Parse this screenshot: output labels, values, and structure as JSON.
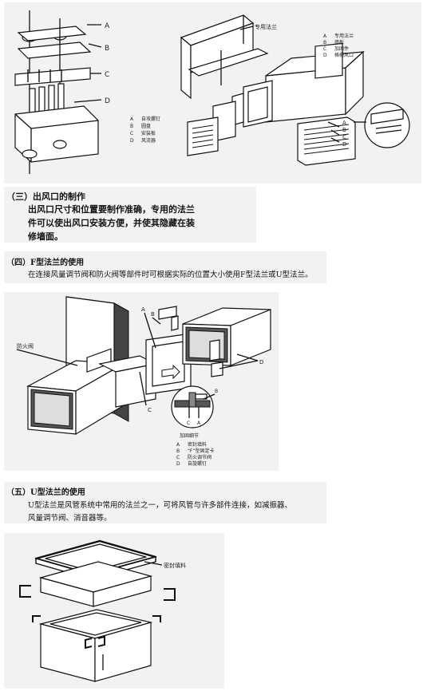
{
  "fig1": {
    "left_callouts": [
      "A",
      "B",
      "C",
      "D"
    ],
    "left_legend": [
      {
        "k": "A",
        "v": "自攻螺钉"
      },
      {
        "k": "B",
        "v": "圆盘"
      },
      {
        "k": "C",
        "v": "安装板"
      },
      {
        "k": "D",
        "v": "风流器"
      }
    ],
    "right_title": "专用法兰",
    "right_callouts": [
      "A",
      "B",
      "C",
      "D"
    ],
    "right_legend": [
      {
        "k": "A",
        "v": "专用法兰"
      },
      {
        "k": "B",
        "v": "墙板"
      },
      {
        "k": "C",
        "v": "加固件"
      },
      {
        "k": "D",
        "v": "格栅风口"
      }
    ]
  },
  "section3": {
    "heading": "（三）出风口的制作",
    "lines": [
      "出风口尺寸和位置要制作准确，专用的法兰",
      "件可以使出风口安装方便，并使其隐藏在装",
      "修墙面。"
    ]
  },
  "section4": {
    "heading": "（四）F型法兰的使用",
    "body": "在连接风量调节阀和防火阀等部件时可根据实际的位置大小使用F型法兰或U型法兰。"
  },
  "fig2": {
    "label_valve": "防火阀",
    "callouts": [
      "A",
      "B",
      "C",
      "D"
    ],
    "detail_letters": [
      "B",
      "C",
      "A"
    ],
    "detail_caption": "加固细节",
    "legend": [
      {
        "k": "A",
        "v": "密封填料"
      },
      {
        "k": "B",
        "v": "“F”型固定卡"
      },
      {
        "k": "C",
        "v": "防火调节阀"
      },
      {
        "k": "D",
        "v": "自旋螺钉"
      }
    ]
  },
  "section5": {
    "heading": "（五）U型法兰的使用",
    "lines": [
      "U型法兰是风管系统中常用的法兰之一，可将风管与许多部件连接，如减振器、",
      "风量调节阀、消音器等。"
    ]
  },
  "fig3": {
    "label": "密封填料"
  }
}
